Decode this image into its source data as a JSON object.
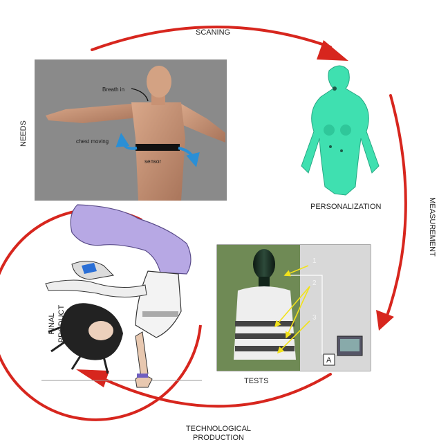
{
  "labels": {
    "scaning": "SCANING",
    "needs": "NEEDS",
    "personalization": "PERSONALIZATION",
    "measurement": "MEASUREMENT",
    "tests": "TESTS",
    "final_product_line1": "FINAL",
    "final_product_line2": "PRODUCT",
    "technological_line1": "TECHNOLOGICAL",
    "technological_line2": "PRODUCTION"
  },
  "needs_image": {
    "breath_in": "Breath in",
    "chest_moving": "chest moving",
    "sensor": "sensor"
  },
  "tests_image": {
    "markers": [
      "1",
      "2",
      "3"
    ],
    "box_label": "A"
  },
  "colors": {
    "cycle_arrow": "#d7261e",
    "scan_body": "#3fe0b0",
    "needs_bg": "#8a8a8a",
    "marker_arrow": "#f2e21a"
  }
}
